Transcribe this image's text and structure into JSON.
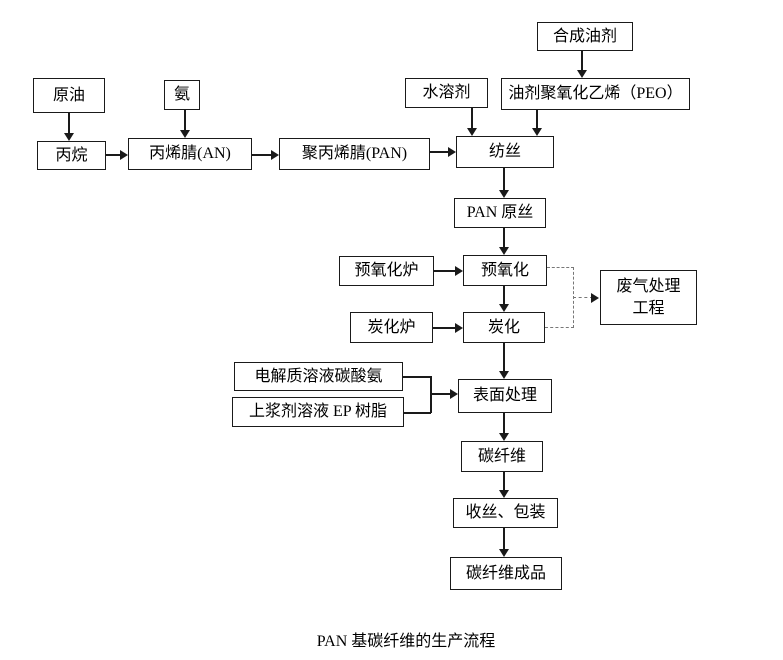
{
  "diagram": {
    "caption": "PAN 基碳纤维的生产流程",
    "colors": {
      "background": "#ffffff",
      "box_border": "#1a1a1a",
      "solid_line": "#1a1a1a",
      "dashed_line": "#777777",
      "text": "#000000"
    },
    "nodes": {
      "crude_oil": "原油",
      "ammonia": "氨",
      "propane": "丙烷",
      "acrylonitrile": "丙烯腈(AN)",
      "polyacrylonitrile": "聚丙烯腈(PAN)",
      "water_solvent": "水溶剂",
      "synthetic_oil": "合成油剂",
      "peo_oil": "油剂聚氧化乙烯（PEO）",
      "spinning": "纺丝",
      "pan_precursor": "PAN 原丝",
      "preoxidation_furnace": "预氧化炉",
      "preoxidation": "预氧化",
      "waste_gas_line1": "废气处理",
      "waste_gas_line2": "工程",
      "carbonization_furnace": "炭化炉",
      "carbonization": "炭化",
      "electrolyte_solution": "电解质溶液碳酸氨",
      "sizing_solution": "上浆剂溶液 EP 树脂",
      "surface_treatment": "表面处理",
      "carbon_fiber": "碳纤维",
      "winding_packaging": "收丝、包装",
      "finished_product": "碳纤维成品"
    }
  }
}
